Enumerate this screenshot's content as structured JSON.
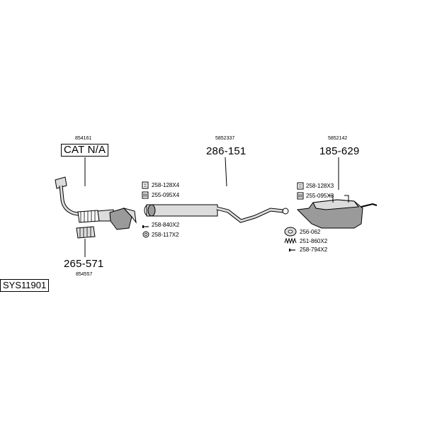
{
  "system_code": "SYS11901",
  "parts": {
    "front_pipe": {
      "oem": "854161",
      "number": "CAT N/A"
    },
    "flex_pipe": {
      "oem": "854557",
      "number": "265-571"
    },
    "middle_silencer": {
      "oem": "5852337",
      "number": "286-151"
    },
    "rear_silencer": {
      "oem": "5852142",
      "number": "185-629"
    }
  },
  "fittings": {
    "middle": [
      {
        "label": "258-128X4",
        "icon": "clamp-icon"
      },
      {
        "label": "255-095X4",
        "icon": "bolt-icon"
      },
      {
        "label": "258-840X2",
        "icon": "screw-icon"
      },
      {
        "label": "258-117X2",
        "icon": "ring-icon"
      }
    ],
    "rear": [
      {
        "label": "258-128X3",
        "icon": "clamp-icon"
      },
      {
        "label": "255-095X3",
        "icon": "bolt-icon"
      },
      {
        "label": "256-062",
        "icon": "rubber-mount-icon"
      },
      {
        "label": "251-860X2",
        "icon": "spring-icon"
      },
      {
        "label": "258-794X2",
        "icon": "screw-icon"
      }
    ]
  },
  "colors": {
    "line": "#000000",
    "part_fill": "#dcdcdc",
    "part_shade": "#9a9a9a"
  }
}
